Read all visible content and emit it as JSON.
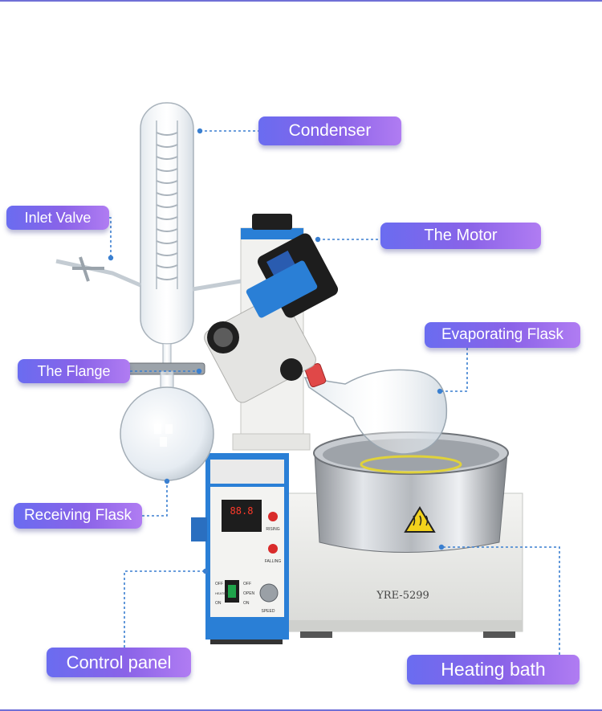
{
  "labels": {
    "condenser": "Condenser",
    "inlet_valve": "Inlet Valve",
    "motor": "The Motor",
    "evaporating_flask": "Evaporating Flask",
    "flange": "The Flange",
    "receiving_flask": "Receiving Flask",
    "control_panel": "Control panel",
    "heating_bath": "Heating bath"
  },
  "device": {
    "model_plate": "YRE-5299",
    "controller_display": "88.8",
    "switch_off": "OFF",
    "switch_on": "ON",
    "switch_heater": "HEATER",
    "switch_open": "OPEN",
    "speed": "SPEED",
    "rising": "RISING",
    "falling": "FALLING"
  },
  "colors": {
    "label_start": "#6a6cf0",
    "label_end": "#b07cf2",
    "leader_line": "#3a7fd0",
    "device_blue": "#2a7fd6"
  }
}
